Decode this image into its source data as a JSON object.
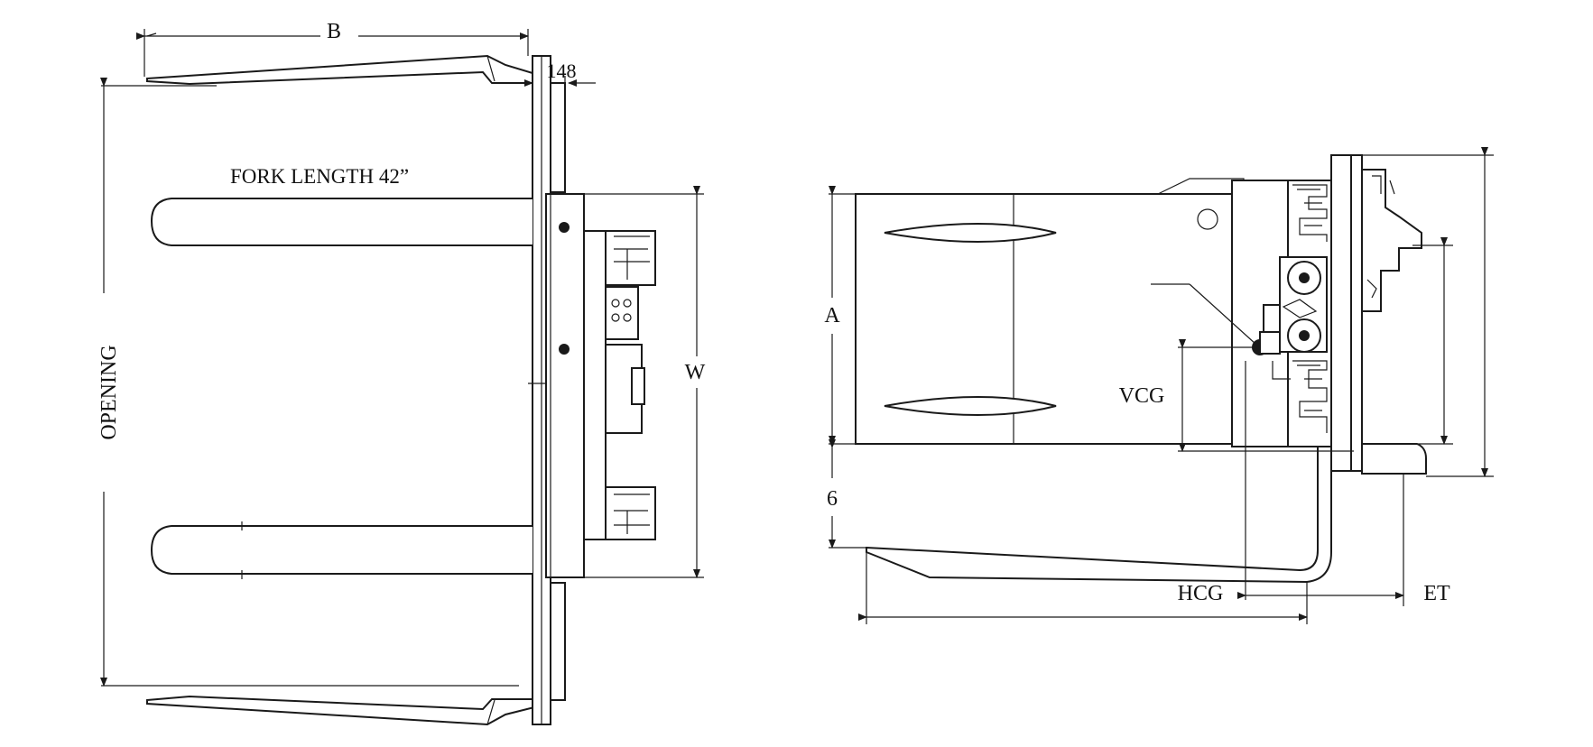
{
  "labels": {
    "b": "B",
    "small_dim": "148",
    "fork_length": "FORK LENGTH  42”",
    "opening": "OPENING",
    "w": "W",
    "a": "A",
    "vcg": "VCG",
    "six": "6",
    "hcg": "HCG",
    "et": "ET"
  },
  "colors": {
    "line": "#1a1a1a",
    "background": "#ffffff"
  }
}
